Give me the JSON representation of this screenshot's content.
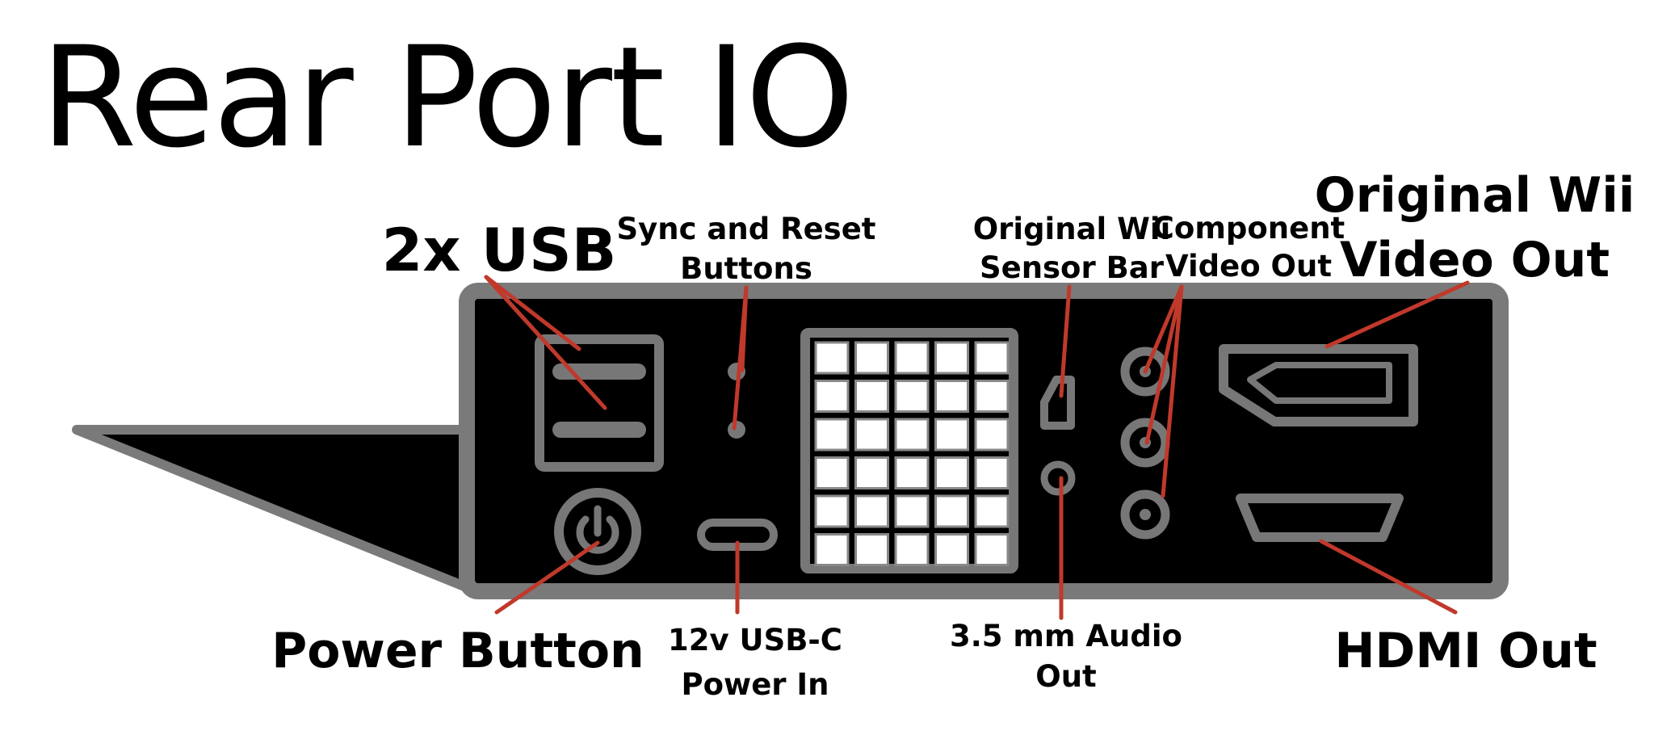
{
  "title": "Rear Port IO",
  "labels": {
    "usb": "2x USB",
    "sync_reset": [
      "Sync and Reset",
      "Buttons"
    ],
    "sensor_bar": [
      "Original Wii",
      "Sensor Bar"
    ],
    "component": [
      "Component",
      "Video Out"
    ],
    "wii_video": [
      "Original Wii",
      "Video Out"
    ],
    "power_button": "Power Button",
    "usbc_power": [
      "12v USB-C",
      "Power In"
    ],
    "audio_out": [
      "3.5 mm Audio",
      "Out"
    ],
    "hdmi_out": "HDMI Out"
  },
  "colors": {
    "panel": "#000000",
    "port_outline": "#777777",
    "leader_line": "#c0392b"
  }
}
